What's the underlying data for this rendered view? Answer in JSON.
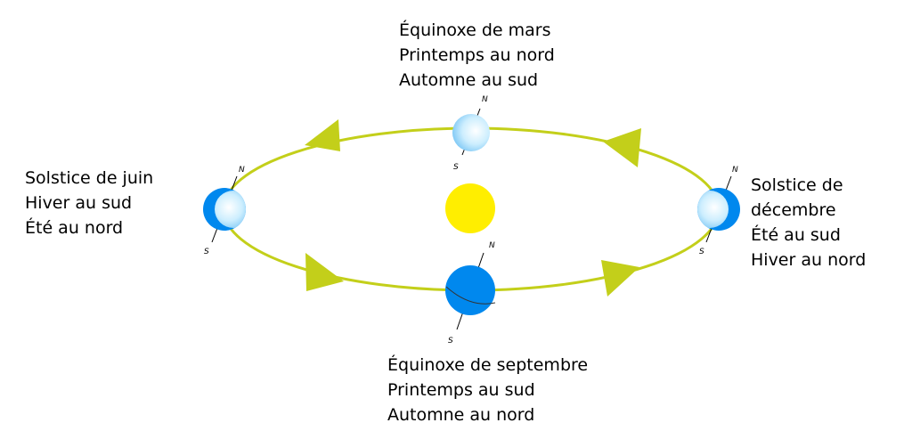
{
  "positions": {
    "top": {
      "lines": [
        "Équinoxe de mars",
        "Printemps au nord",
        "Automne au sud"
      ]
    },
    "left": {
      "lines": [
        "Solstice de juin",
        "Hiver au sud",
        "Été au nord"
      ]
    },
    "right": {
      "lines": [
        "Solstice de",
        "décembre",
        "Été au sud",
        "Hiver au nord"
      ]
    },
    "bottom": {
      "lines": [
        "Équinoxe de septembre",
        "Printemps au sud",
        "Automne au nord"
      ]
    }
  },
  "pole_labels": {
    "north": "N",
    "south": "S"
  },
  "colors": {
    "orbit": "#c3cf1a",
    "sun": "#ffee00",
    "earth_dark": "#0088ee",
    "earth_light": "#b8e4fb",
    "text": "#000000"
  }
}
